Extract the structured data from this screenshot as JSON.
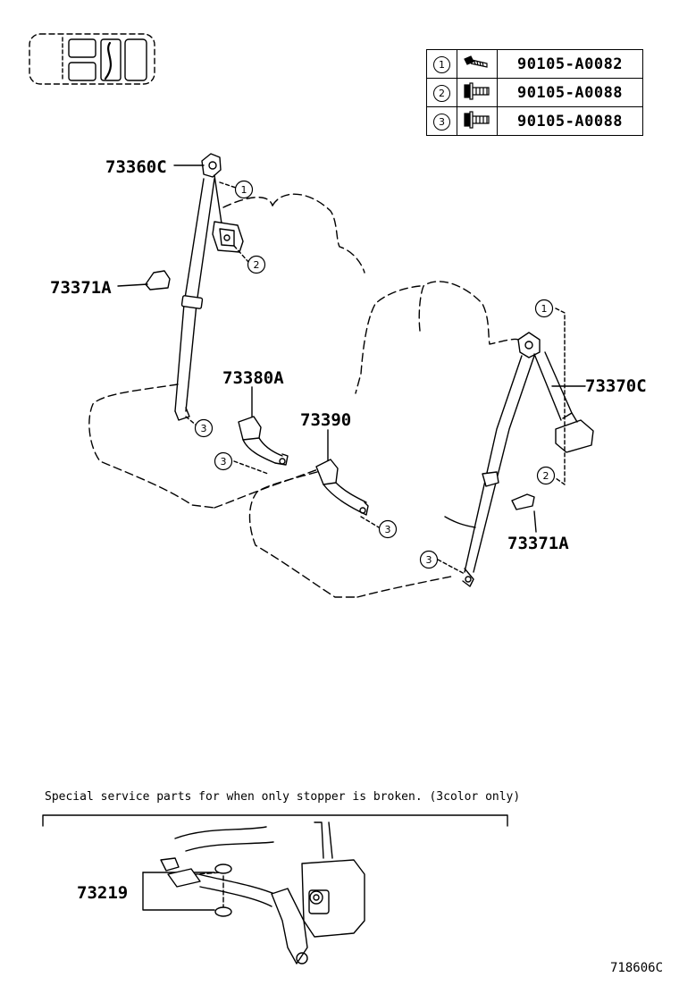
{
  "fasteners": [
    {
      "ref": "1",
      "icon": "bolt-icon",
      "part_number": "90105-A0082"
    },
    {
      "ref": "2",
      "icon": "flange-bolt-icon",
      "part_number": "90105-A0088"
    },
    {
      "ref": "3",
      "icon": "flange-bolt-icon",
      "part_number": "90105-A0088"
    }
  ],
  "callouts": {
    "p73360c": "73360C",
    "p73371a_left": "73371A",
    "p73380a": "73380A",
    "p73390": "73390",
    "p73370c": "73370C",
    "p73371a_right": "73371A",
    "p73219": "73219"
  },
  "refs": {
    "r1a": "1",
    "r2a": "2",
    "r3a": "3",
    "r3b": "3",
    "r3c": "3",
    "r1b": "1",
    "r2b": "2",
    "r3d": "3"
  },
  "note": "Special service parts for when only stopper is broken. (3color only)",
  "figure_id": "718606C"
}
